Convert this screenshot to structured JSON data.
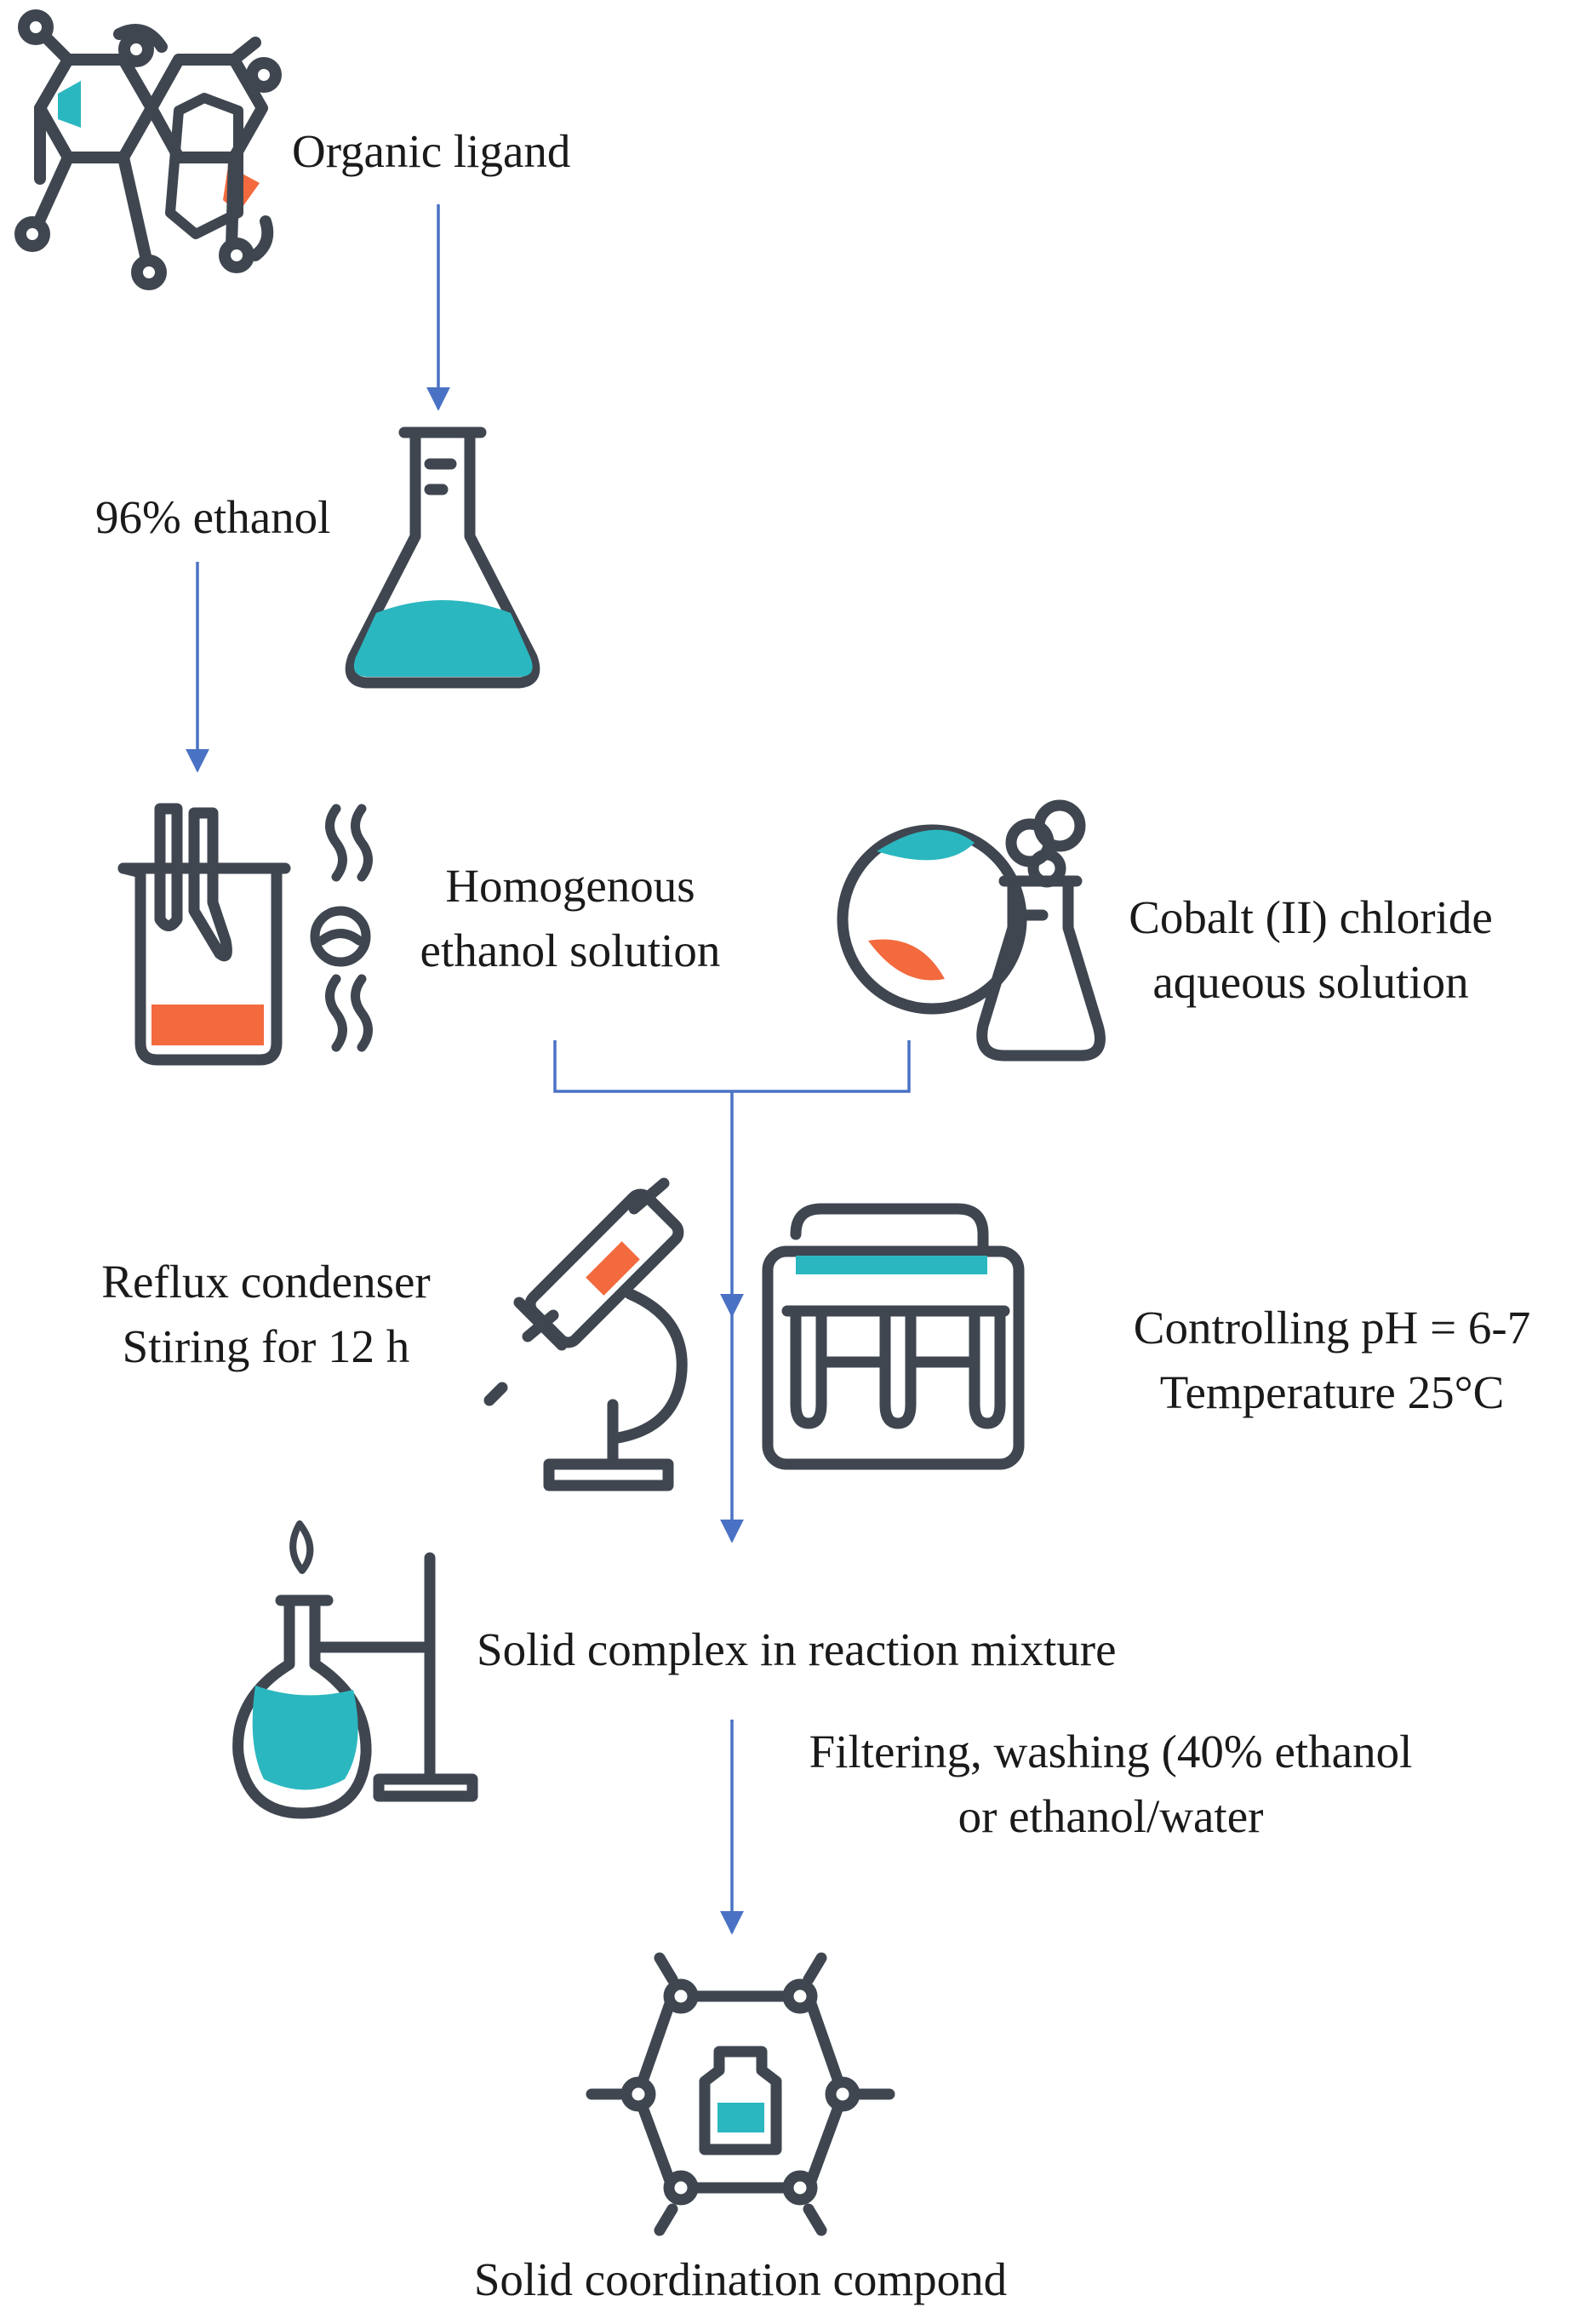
{
  "colors": {
    "teal": "#2bb7c0",
    "orange": "#f26a3d",
    "dark": "#3f4650",
    "arrow": "#4a72c4"
  },
  "icons": [
    "naphthalene-molecule-icon",
    "erlenmeyer-flask-icon",
    "beaker-with-rods-icon",
    "heating-icon",
    "magnifier-with-flask-icon",
    "microscope-icon",
    "test-tube-rack-icon",
    "round-bottom-flask-on-stand-icon",
    "coordination-compound-icon"
  ],
  "steps": {
    "organic_ligand": "Organic ligand",
    "ethanol": "96% ethanol",
    "homogenous_line1": "Homogenous",
    "homogenous_line2": "ethanol solution",
    "cobalt_line1": "Cobalt (II) chloride",
    "cobalt_line2": "aqueous solution",
    "reflux_line1": "Reflux condenser",
    "reflux_line2": "Stiring for 12 h",
    "ph_line1": "Controlling pH = 6-7",
    "ph_line2": "Temperature 25°C",
    "solid_mixture": "Solid complex in reaction mixture",
    "filter_line1": "Filtering, washing (40% ethanol",
    "filter_line2": "or  ethanol/water",
    "final": "Solid coordination compond"
  }
}
